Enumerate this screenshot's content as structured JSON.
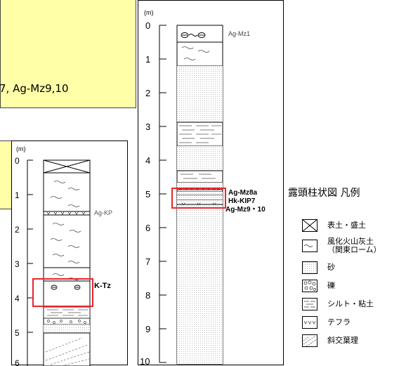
{
  "top_caption": {
    "text": "7, Ag-Mz9,10"
  },
  "left_column": {
    "unit": "(m)",
    "depth_ticks": [
      "0",
      "1",
      "2",
      "3",
      "4",
      "5",
      "6"
    ],
    "labels": {
      "agkp": "Ag-KP",
      "ktz": "K-Tz"
    }
  },
  "right_column": {
    "unit": "(m)",
    "depth_ticks": [
      "0",
      "1",
      "2",
      "3",
      "4",
      "5",
      "6",
      "7",
      "8",
      "9",
      "10"
    ],
    "labels": {
      "agmz1": "Ag-Mz1",
      "agmz8a": "Ag-Mz8a",
      "hkkip7": "Hk-KIP7",
      "agmz910": "Ag-Mz9・10"
    }
  },
  "legend": {
    "title": "露頭柱状図  凡例",
    "items": [
      {
        "icon": "fill-soil-icon",
        "label": "表土・盛土"
      },
      {
        "icon": "volcanic-ash-icon",
        "label": "風化火山灰土\n（関東ローム）"
      },
      {
        "icon": "sand-icon",
        "label": "砂"
      },
      {
        "icon": "gravel-icon",
        "label": "礫"
      },
      {
        "icon": "silt-clay-icon",
        "label": "シルト・粘土"
      },
      {
        "icon": "tephra-icon",
        "label": "テフラ"
      },
      {
        "icon": "cross-bedding-icon",
        "label": "斜交葉理"
      }
    ]
  },
  "colors": {
    "highlight": "#e8252b",
    "caption_bg": "#ffffa8"
  }
}
